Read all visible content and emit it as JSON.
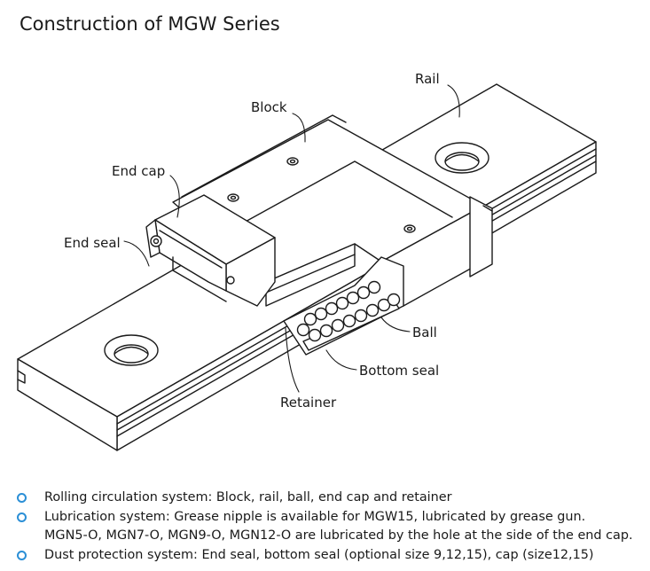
{
  "title": "Construction of MGW Series",
  "labels": {
    "rail": "Rail",
    "block": "Block",
    "end_cap": "End cap",
    "end_seal": "End seal",
    "ball": "Ball",
    "bottom_seal": "Bottom seal",
    "retainer": "Retainer"
  },
  "bullet_color": "#2b8fd6",
  "bullets": [
    {
      "text": "Rolling circulation system: Block, rail, ball, end cap and retainer",
      "cont": ""
    },
    {
      "text": "Lubrication system: Grease nipple is available for MGW15, lubricated by grease gun.",
      "cont": "MGN5-O, MGN7-O, MGN9-O, MGN12-O are lubricated by the hole at the side of the end cap."
    },
    {
      "text": "Dust protection system: End seal, bottom seal (optional size 9,12,15), cap (size12,15)",
      "cont": ""
    }
  ]
}
